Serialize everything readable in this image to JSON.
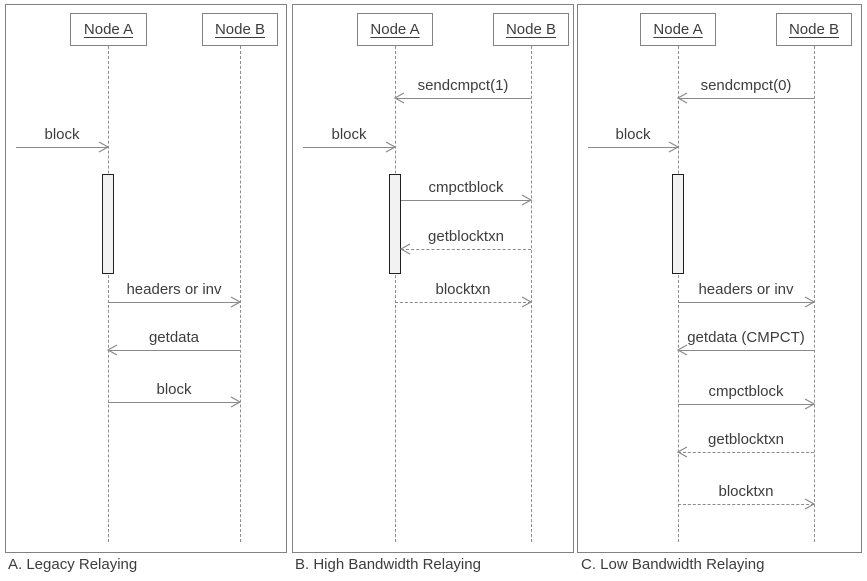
{
  "diagram": {
    "type": "sequence-diagram",
    "colors": {
      "line": "#8a8a8a",
      "border": "#828282",
      "text": "#3d3d3d",
      "activation_fill": "#f2f2f2",
      "activation_border": "#1f1f1f",
      "background": "#ffffff"
    },
    "panels": [
      {
        "caption": "A. Legacy Relaying",
        "actors": [
          {
            "name": "Node A"
          },
          {
            "name": "Node B"
          }
        ],
        "messages": [
          {
            "label": "block",
            "from": "external",
            "to": "Node A",
            "style": "solid"
          },
          {
            "label": "headers or inv",
            "from": "Node A",
            "to": "Node B",
            "style": "solid"
          },
          {
            "label": "getdata",
            "from": "Node B",
            "to": "Node A",
            "style": "solid"
          },
          {
            "label": "block",
            "from": "Node A",
            "to": "Node B",
            "style": "solid"
          }
        ]
      },
      {
        "caption": "B. High Bandwidth Relaying",
        "actors": [
          {
            "name": "Node A"
          },
          {
            "name": "Node B"
          }
        ],
        "messages": [
          {
            "label": "sendcmpct(1)",
            "from": "Node B",
            "to": "Node A",
            "style": "solid"
          },
          {
            "label": "block",
            "from": "external",
            "to": "Node A",
            "style": "solid"
          },
          {
            "label": "cmpctblock",
            "from": "Node A",
            "to": "Node B",
            "style": "solid"
          },
          {
            "label": "getblocktxn",
            "from": "Node B",
            "to": "Node A",
            "style": "dashed"
          },
          {
            "label": "blocktxn",
            "from": "Node A",
            "to": "Node B",
            "style": "dashed"
          }
        ]
      },
      {
        "caption": "C. Low Bandwidth Relaying",
        "actors": [
          {
            "name": "Node A"
          },
          {
            "name": "Node B"
          }
        ],
        "messages": [
          {
            "label": "sendcmpct(0)",
            "from": "Node B",
            "to": "Node A",
            "style": "solid"
          },
          {
            "label": "block",
            "from": "external",
            "to": "Node A",
            "style": "solid"
          },
          {
            "label": "headers or inv",
            "from": "Node A",
            "to": "Node B",
            "style": "solid"
          },
          {
            "label": "getdata (CMPCT)",
            "from": "Node B",
            "to": "Node A",
            "style": "solid"
          },
          {
            "label": "cmpctblock",
            "from": "Node A",
            "to": "Node B",
            "style": "solid"
          },
          {
            "label": "getblocktxn",
            "from": "Node B",
            "to": "Node A",
            "style": "dashed"
          },
          {
            "label": "blocktxn",
            "from": "Node A",
            "to": "Node B",
            "style": "dashed"
          }
        ]
      }
    ]
  }
}
